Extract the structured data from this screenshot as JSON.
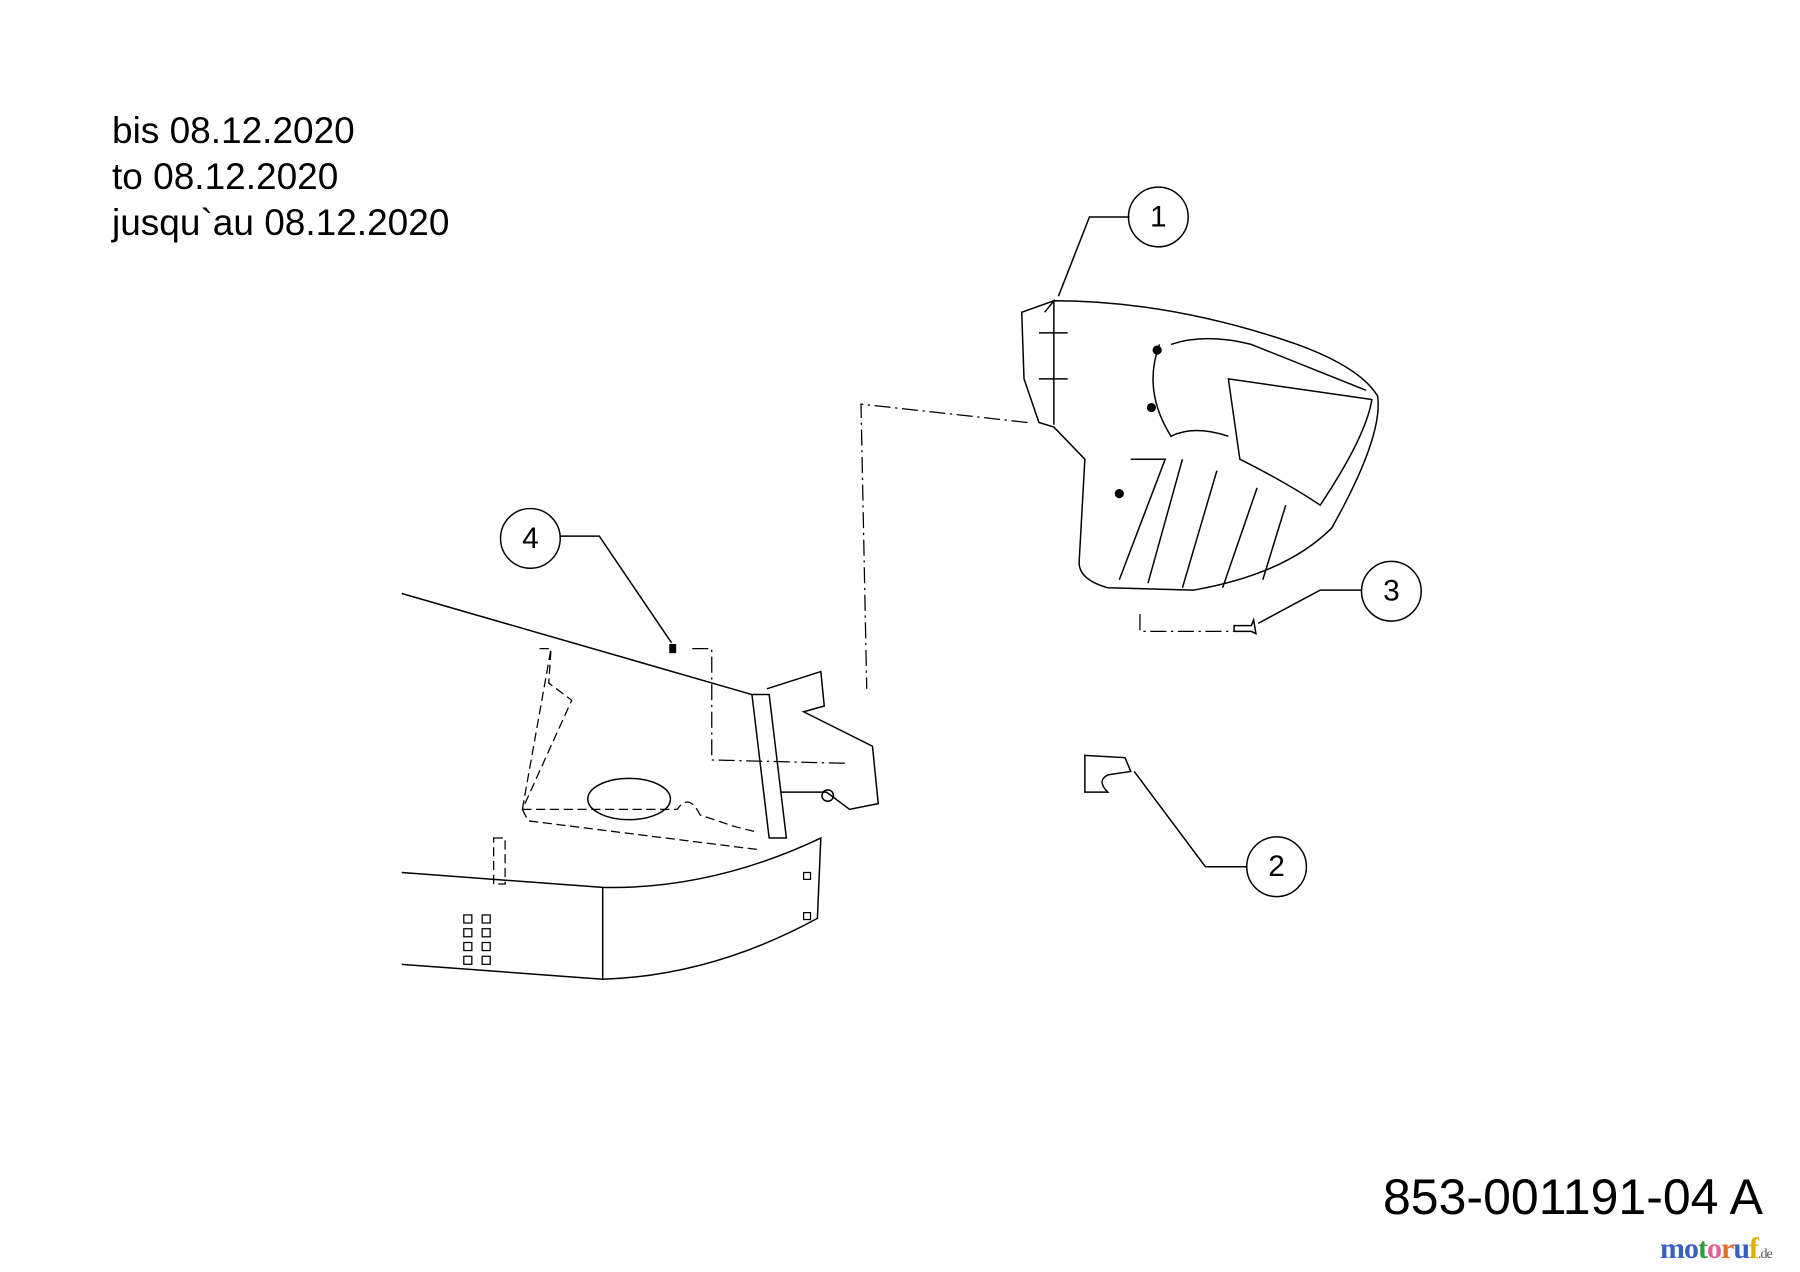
{
  "validity_notes": [
    "bis 08.12.2020",
    "to 08.12.2020",
    "jusqu`au 08.12.2020"
  ],
  "callouts": [
    "1",
    "2",
    "3",
    "4"
  ],
  "part_number": "853-001191-04 A",
  "watermark": {
    "text": "motoruf",
    "suffix": ".de",
    "colors": [
      "#3b5fc0",
      "#3b5fc0",
      "#2e9e3e",
      "#e0609a",
      "#e07020",
      "#3b5fc0",
      "#e0b000"
    ]
  }
}
